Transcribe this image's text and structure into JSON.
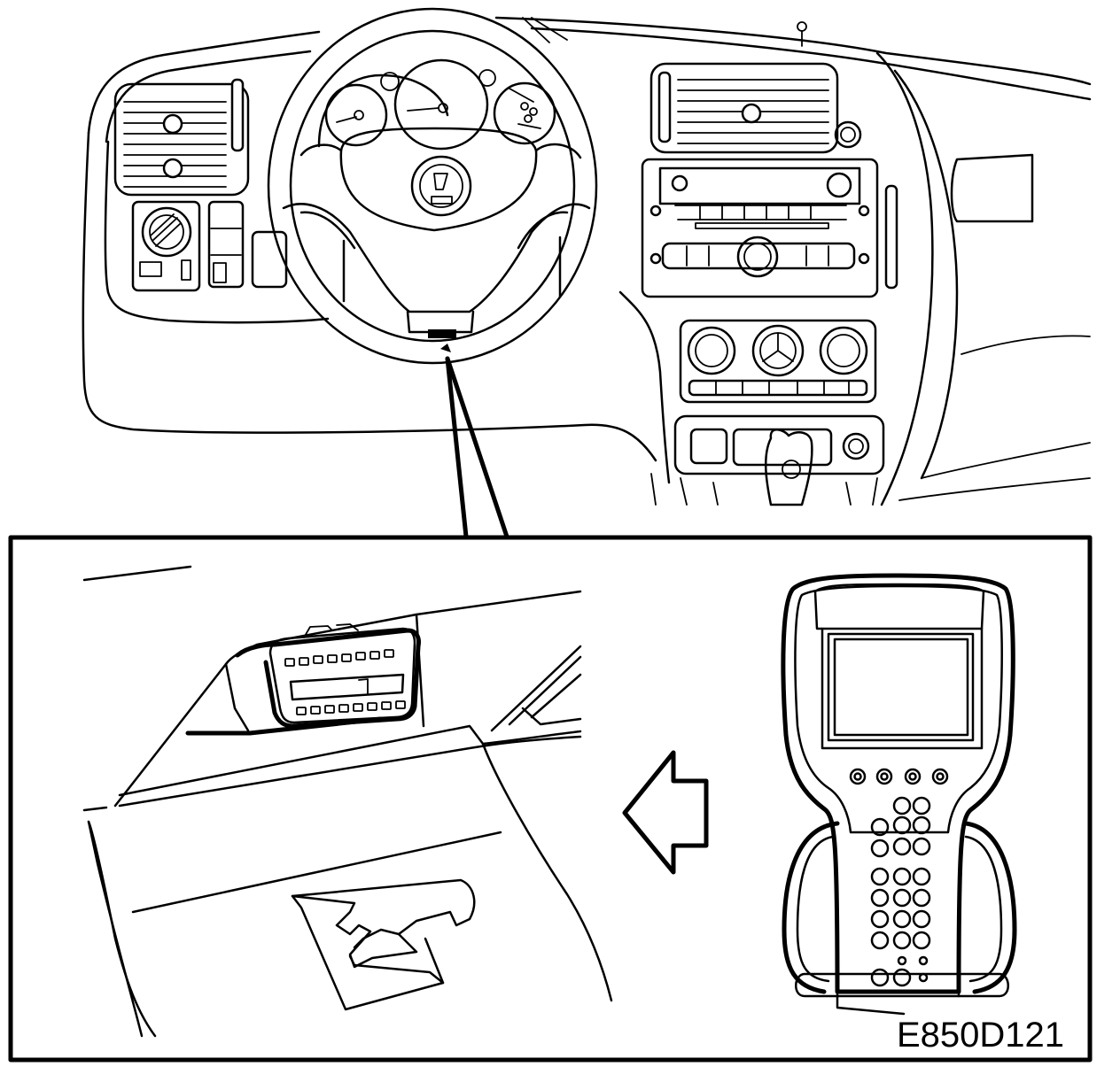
{
  "figure": {
    "code": "E850D121"
  },
  "parts": {
    "dashboard": "dashboard-overview",
    "steering_wheel": "steering-wheel",
    "connector_location": "diagnostic-connector-location",
    "detail_inset": "connector-detail-inset",
    "diagnostic_connector": "obd-connector",
    "arrow": "connect-direction-arrow",
    "scan_tool": "hand-held-diagnostic-tool"
  }
}
